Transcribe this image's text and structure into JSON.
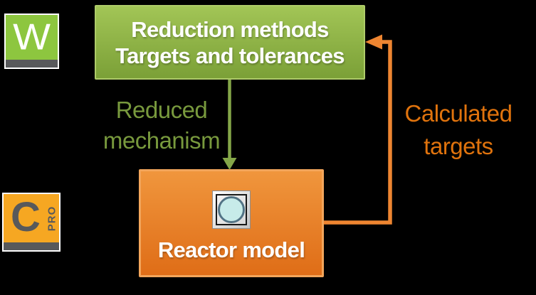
{
  "colors": {
    "background": "#000000",
    "box_text": "#ffffff",
    "green_box_grad_top": "#a2c556",
    "green_box_grad_bottom": "#7ba037",
    "green_box_border": "#aecb69",
    "green_label": "#78993d",
    "green_arrow": "#84a648",
    "orange_box_grad_top": "#f0963d",
    "orange_box_grad_bottom": "#df6d17",
    "orange_box_border": "#f2a55b",
    "orange_label": "#e0730d",
    "orange_arrow": "#ee8531",
    "workbench_green": "#8dc63f",
    "logo_gray": "#58595b",
    "chemkin_orange": "#f6a722",
    "reactor_fill": "#c7ebe9",
    "reactor_stroke": "#527385"
  },
  "green_box": {
    "lines": [
      "Reduction methods",
      "Targets and tolerances"
    ]
  },
  "orange_box": {
    "label": "Reactor model"
  },
  "labels": {
    "reduced_mechanism": {
      "lines": [
        "Reduced",
        "mechanism"
      ]
    },
    "calculated_targets": {
      "lines": [
        "Calculated",
        "targets"
      ]
    }
  },
  "icons": {
    "workbench_letter": "W",
    "chemkin_letter": "C",
    "chemkin_badge": "PRO",
    "reactor_icon_name": "reactor-circle-icon",
    "green_arrow_name": "reduced-mechanism-arrow",
    "orange_arrow_name": "calculated-targets-arrow"
  }
}
